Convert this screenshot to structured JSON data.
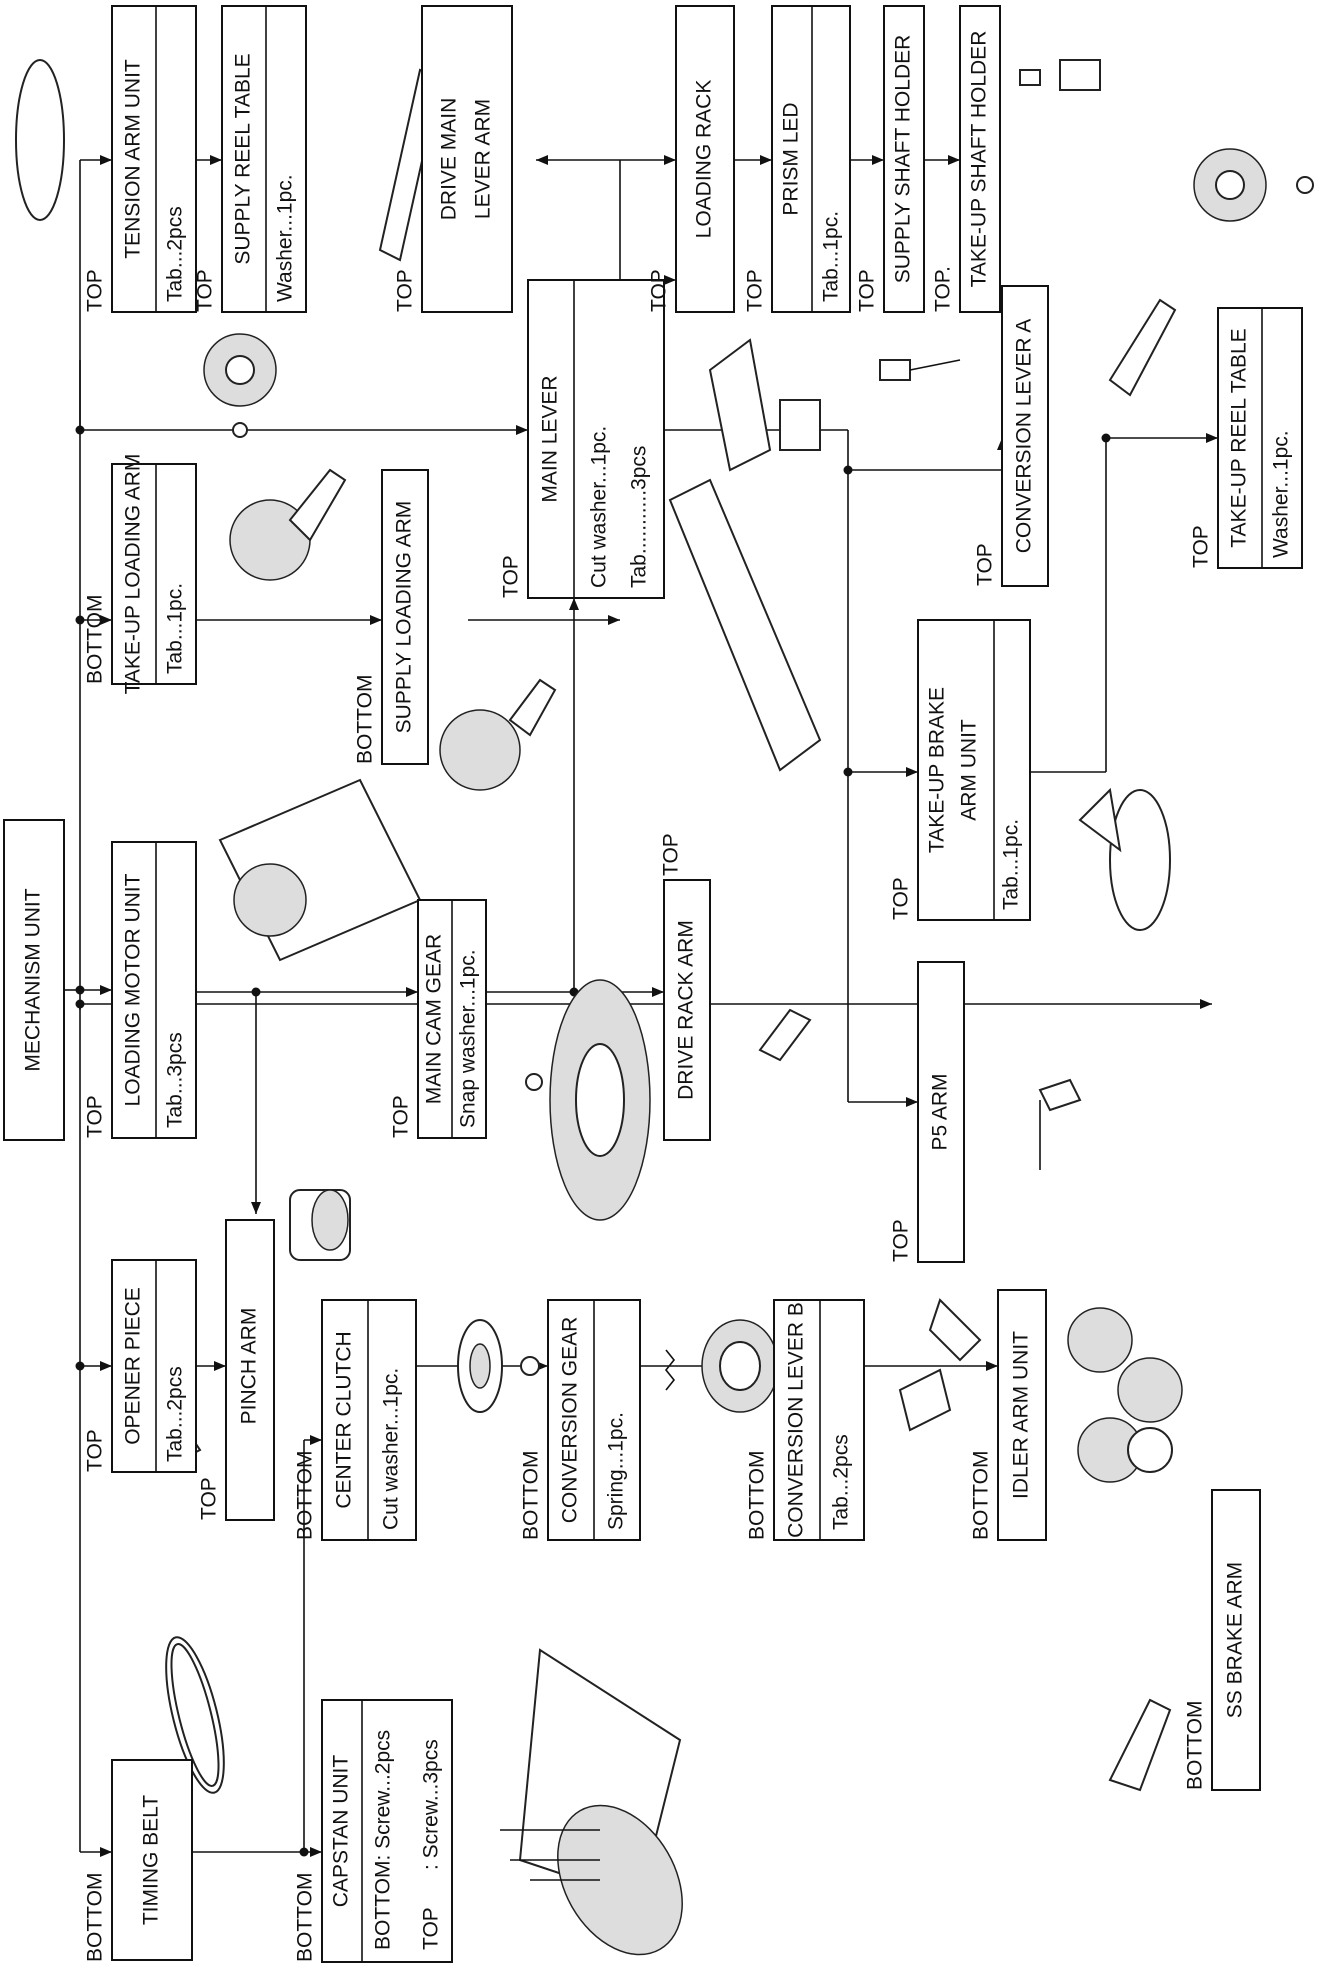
{
  "diagram": {
    "root": "MECHANISM UNIT",
    "positions": {
      "top": "TOP",
      "bottom": "BOTTOM",
      "top_dot": "TOP."
    },
    "parts": {
      "timing_belt": {
        "name": "TIMING BELT",
        "pos": "BOTTOM"
      },
      "capstan_unit": {
        "name": "CAPSTAN UNIT",
        "pos": "BOTTOM",
        "note1": "BOTTOM: Screw...2pcs",
        "note2_label": "TOP",
        "note2": ": Screw...3pcs"
      },
      "opener_piece": {
        "name": "OPENER PIECE",
        "pos": "TOP",
        "note": "Tab...2pcs"
      },
      "pinch_arm": {
        "name": "PINCH ARM",
        "pos": "TOP"
      },
      "center_clutch": {
        "name": "CENTER CLUTCH",
        "pos": "BOTTOM",
        "note": "Cut washer...1pc."
      },
      "conversion_gear": {
        "name": "CONVERSION GEAR",
        "pos": "BOTTOM",
        "note": "Spring...1pc."
      },
      "conversion_lever_b": {
        "name": "CONVERSION LEVER B",
        "pos": "BOTTOM",
        "note": "Tab...2pcs"
      },
      "idler_arm_unit": {
        "name": "IDLER ARM UNIT",
        "pos": "BOTTOM"
      },
      "ss_brake_arm": {
        "name": "SS BRAKE ARM",
        "pos": "BOTTOM"
      },
      "loading_motor_unit": {
        "name": "LOADING MOTOR UNIT",
        "pos": "TOP",
        "note": "Tab...3pcs"
      },
      "main_cam_gear": {
        "name": "MAIN CAM GEAR",
        "pos": "TOP",
        "note": "Snap washer...1pc."
      },
      "drive_rack_arm": {
        "name": "DRIVE RACK ARM",
        "pos": "TOP"
      },
      "p5_arm": {
        "name": "P5 ARM",
        "pos": "TOP"
      },
      "take_up_loading_arm": {
        "name": "TAKE-UP LOADING ARM",
        "pos": "BOTTOM",
        "note": "Tab...1pc."
      },
      "supply_loading_arm": {
        "name": "SUPPLY LOADING ARM",
        "pos": "BOTTOM"
      },
      "main_lever": {
        "name": "MAIN LEVER",
        "pos": "TOP",
        "note1": "Cut washer...1pc.",
        "note2": "Tab...........3pcs"
      },
      "take_up_brake_arm_unit": {
        "name1": "TAKE-UP BRAKE",
        "name2": "ARM UNIT",
        "pos": "TOP",
        "note": "Tab...1pc."
      },
      "conversion_lever_a": {
        "name": "CONVERSION LEVER A",
        "pos": "TOP"
      },
      "take_up_reel_table": {
        "name": "TAKE-UP REEL TABLE",
        "pos": "TOP",
        "note": "Washer...1pc."
      },
      "tension_arm_unit": {
        "name": "TENSION ARM UNIT",
        "pos": "TOP",
        "note": "Tab...2pcs"
      },
      "supply_reel_table": {
        "name": "SUPPLY REEL TABLE",
        "pos": "TOP",
        "note": "Washer...1pc."
      },
      "drive_main_lever_arm": {
        "name1": "DRIVE MAIN",
        "name2": "LEVER ARM",
        "pos": "TOP"
      },
      "loading_rack": {
        "name": "LOADING RACK",
        "pos": "TOP"
      },
      "prism_led": {
        "name": "PRISM LED",
        "pos": "TOP",
        "note": "Tab...1pc."
      },
      "supply_shaft_holder": {
        "name": "SUPPLY SHAFT HOLDER",
        "pos": "TOP"
      },
      "take_up_shaft_holder": {
        "name": "TAKE-UP SHAFT HOLDER",
        "pos": "TOP."
      }
    }
  }
}
